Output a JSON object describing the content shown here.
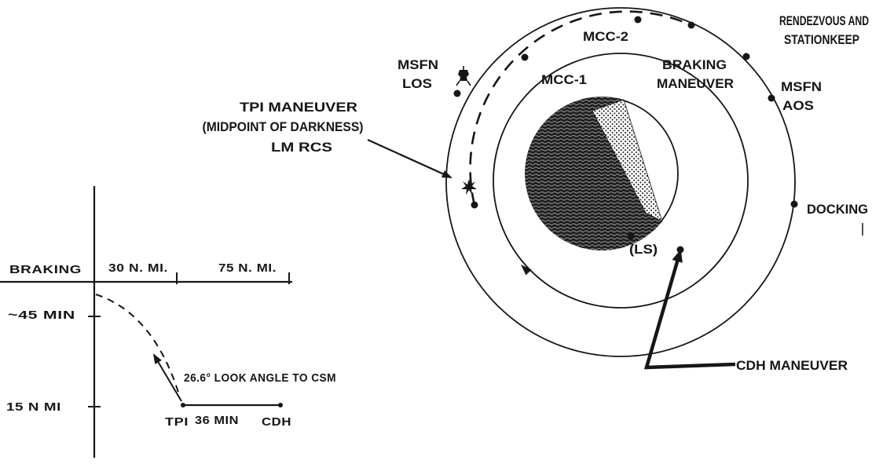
{
  "colors": {
    "ink": "#161616",
    "paper": "#ffffff"
  },
  "orbit": {
    "mcc2": "MCC-2",
    "mcc1": "MCC-1",
    "rendezvous_line1": "RENDEZVOUS AND",
    "rendezvous_line2": "STATIONKEEP",
    "braking_line1": "BRAKING",
    "braking_line2": "MANEUVER",
    "msfn_los_line1": "MSFN",
    "msfn_los_line2": "LOS",
    "msfn_aos_line1": "MSFN",
    "msfn_aos_line2": "AOS",
    "docking": "DOCKING",
    "landing_site": "(LS)",
    "cdh_maneuver": "CDH MANEUVER",
    "tpi_line1": "TPI MANEUVER",
    "tpi_line2": "(MIDPOINT OF DARKNESS)",
    "tpi_line3": "LM RCS"
  },
  "plot": {
    "braking": "BRAKING",
    "range_30": "30 N. MI.",
    "range_75": "75 N. MI.",
    "time_45": "~45 MIN",
    "alt_15": "15 N MI",
    "look_angle": "26.6° LOOK ANGLE TO CSM",
    "tpi": "TPI",
    "time_36": "36 MIN",
    "cdh": "CDH"
  }
}
